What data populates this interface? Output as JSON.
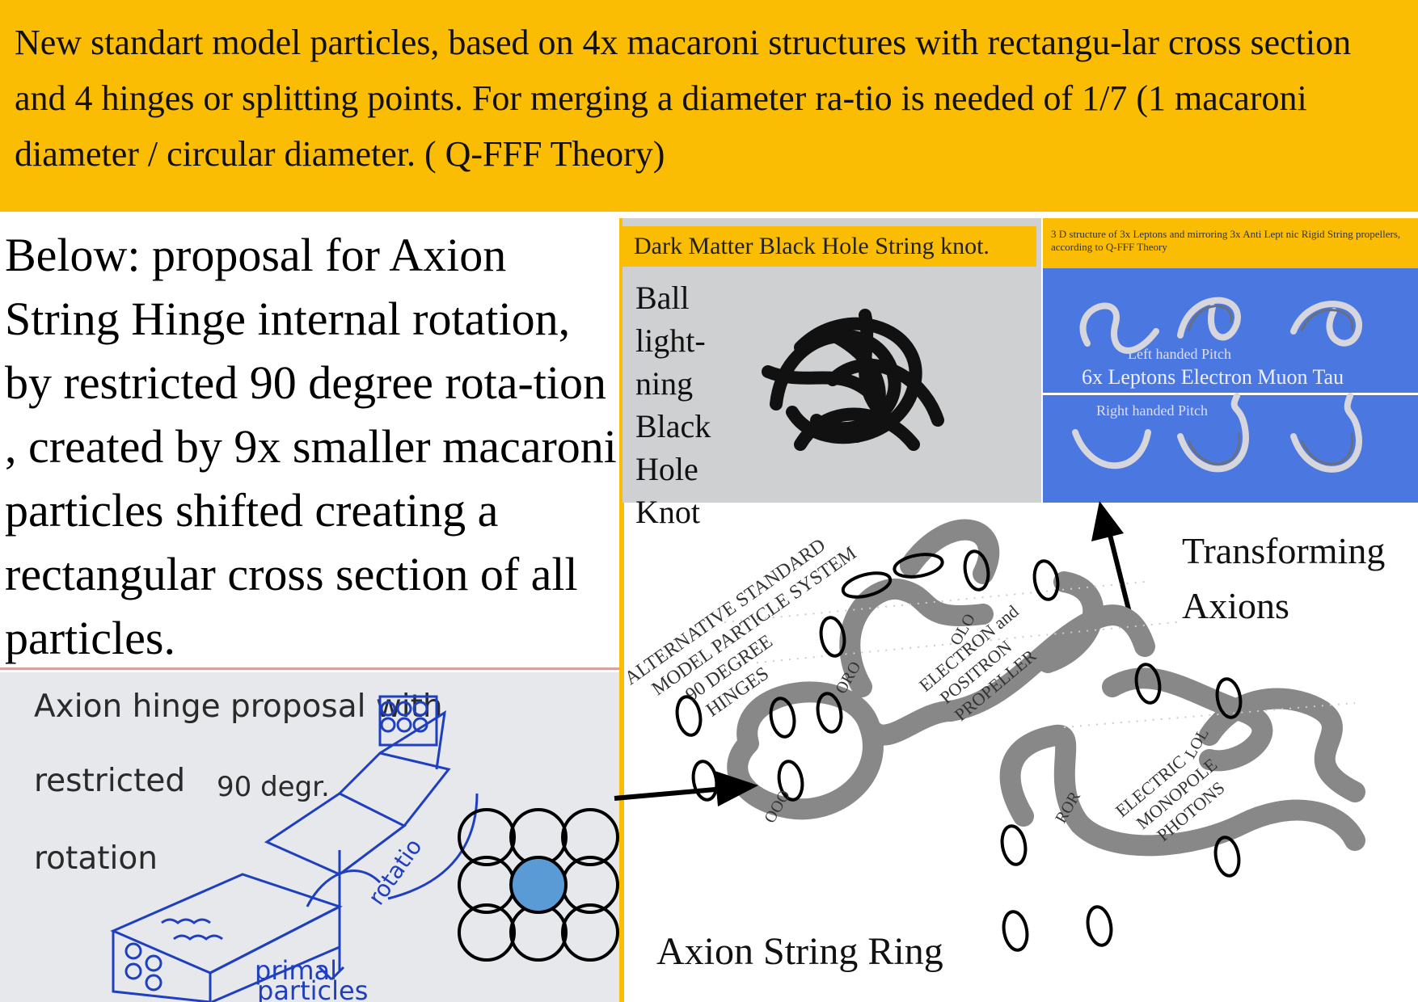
{
  "banner": {
    "text": "New standart model particles, based on 4x macaroni structures with rectangu-lar cross section and 4 hinges or splitting points. For merging  a diameter ra-tio is needed of 1/7 (1 macaroni diameter / circular diameter. ( Q-FFF Theory)",
    "background_color": "#fbbd04"
  },
  "left_text": "Below: proposal for Axion String Hinge internal rotation, by restricted 90 degree rota-tion , created by 9x smaller macaroni  particles shifted creating a rectangular cross section of all particles.",
  "sketch": {
    "line1": "Axion hinge proposal with",
    "line2_a": "restricted",
    "line2_b": "90 degr.",
    "line3": "rotation",
    "hand_rotation": "rotatio",
    "hand_primal": "primal",
    "hand_particles": "particles"
  },
  "photo_left": {
    "caption": "Dark Matter Black Hole String knot.",
    "label": "Ball light-ning Black Hole Knot"
  },
  "photo_right": {
    "caption": "3 D structure of 3x Leptons and mirroring 3x Anti Lept nic Rigid String propellers, according to Q-FFF Theory",
    "left_pitch": "Left handed Pitch",
    "leptons": "6x Leptons Electron Muon Tau",
    "right_pitch": "Right handed Pitch"
  },
  "diagram": {
    "title_lines": [
      "ALTERNATIVE STANDARD",
      "MODEL PARTICLE SYSTEM",
      "90 DEGREE",
      "HINGES"
    ],
    "electron_lines": [
      "ELECTRON and",
      "POSITRON",
      "PROPELLER"
    ],
    "monopole_lines": [
      "ELECTRIC",
      "MONOPOLE",
      "PHOTONS"
    ],
    "tags": [
      "OLO",
      "ORO",
      "LOL",
      "ROR",
      "OOO"
    ],
    "transforming": "Transforming Axions",
    "ring": "Axion String  Ring"
  },
  "colors": {
    "accent": "#fbbd04",
    "center_particle": "#5b9bd5",
    "sketch_ink": "#1f3fbf"
  }
}
